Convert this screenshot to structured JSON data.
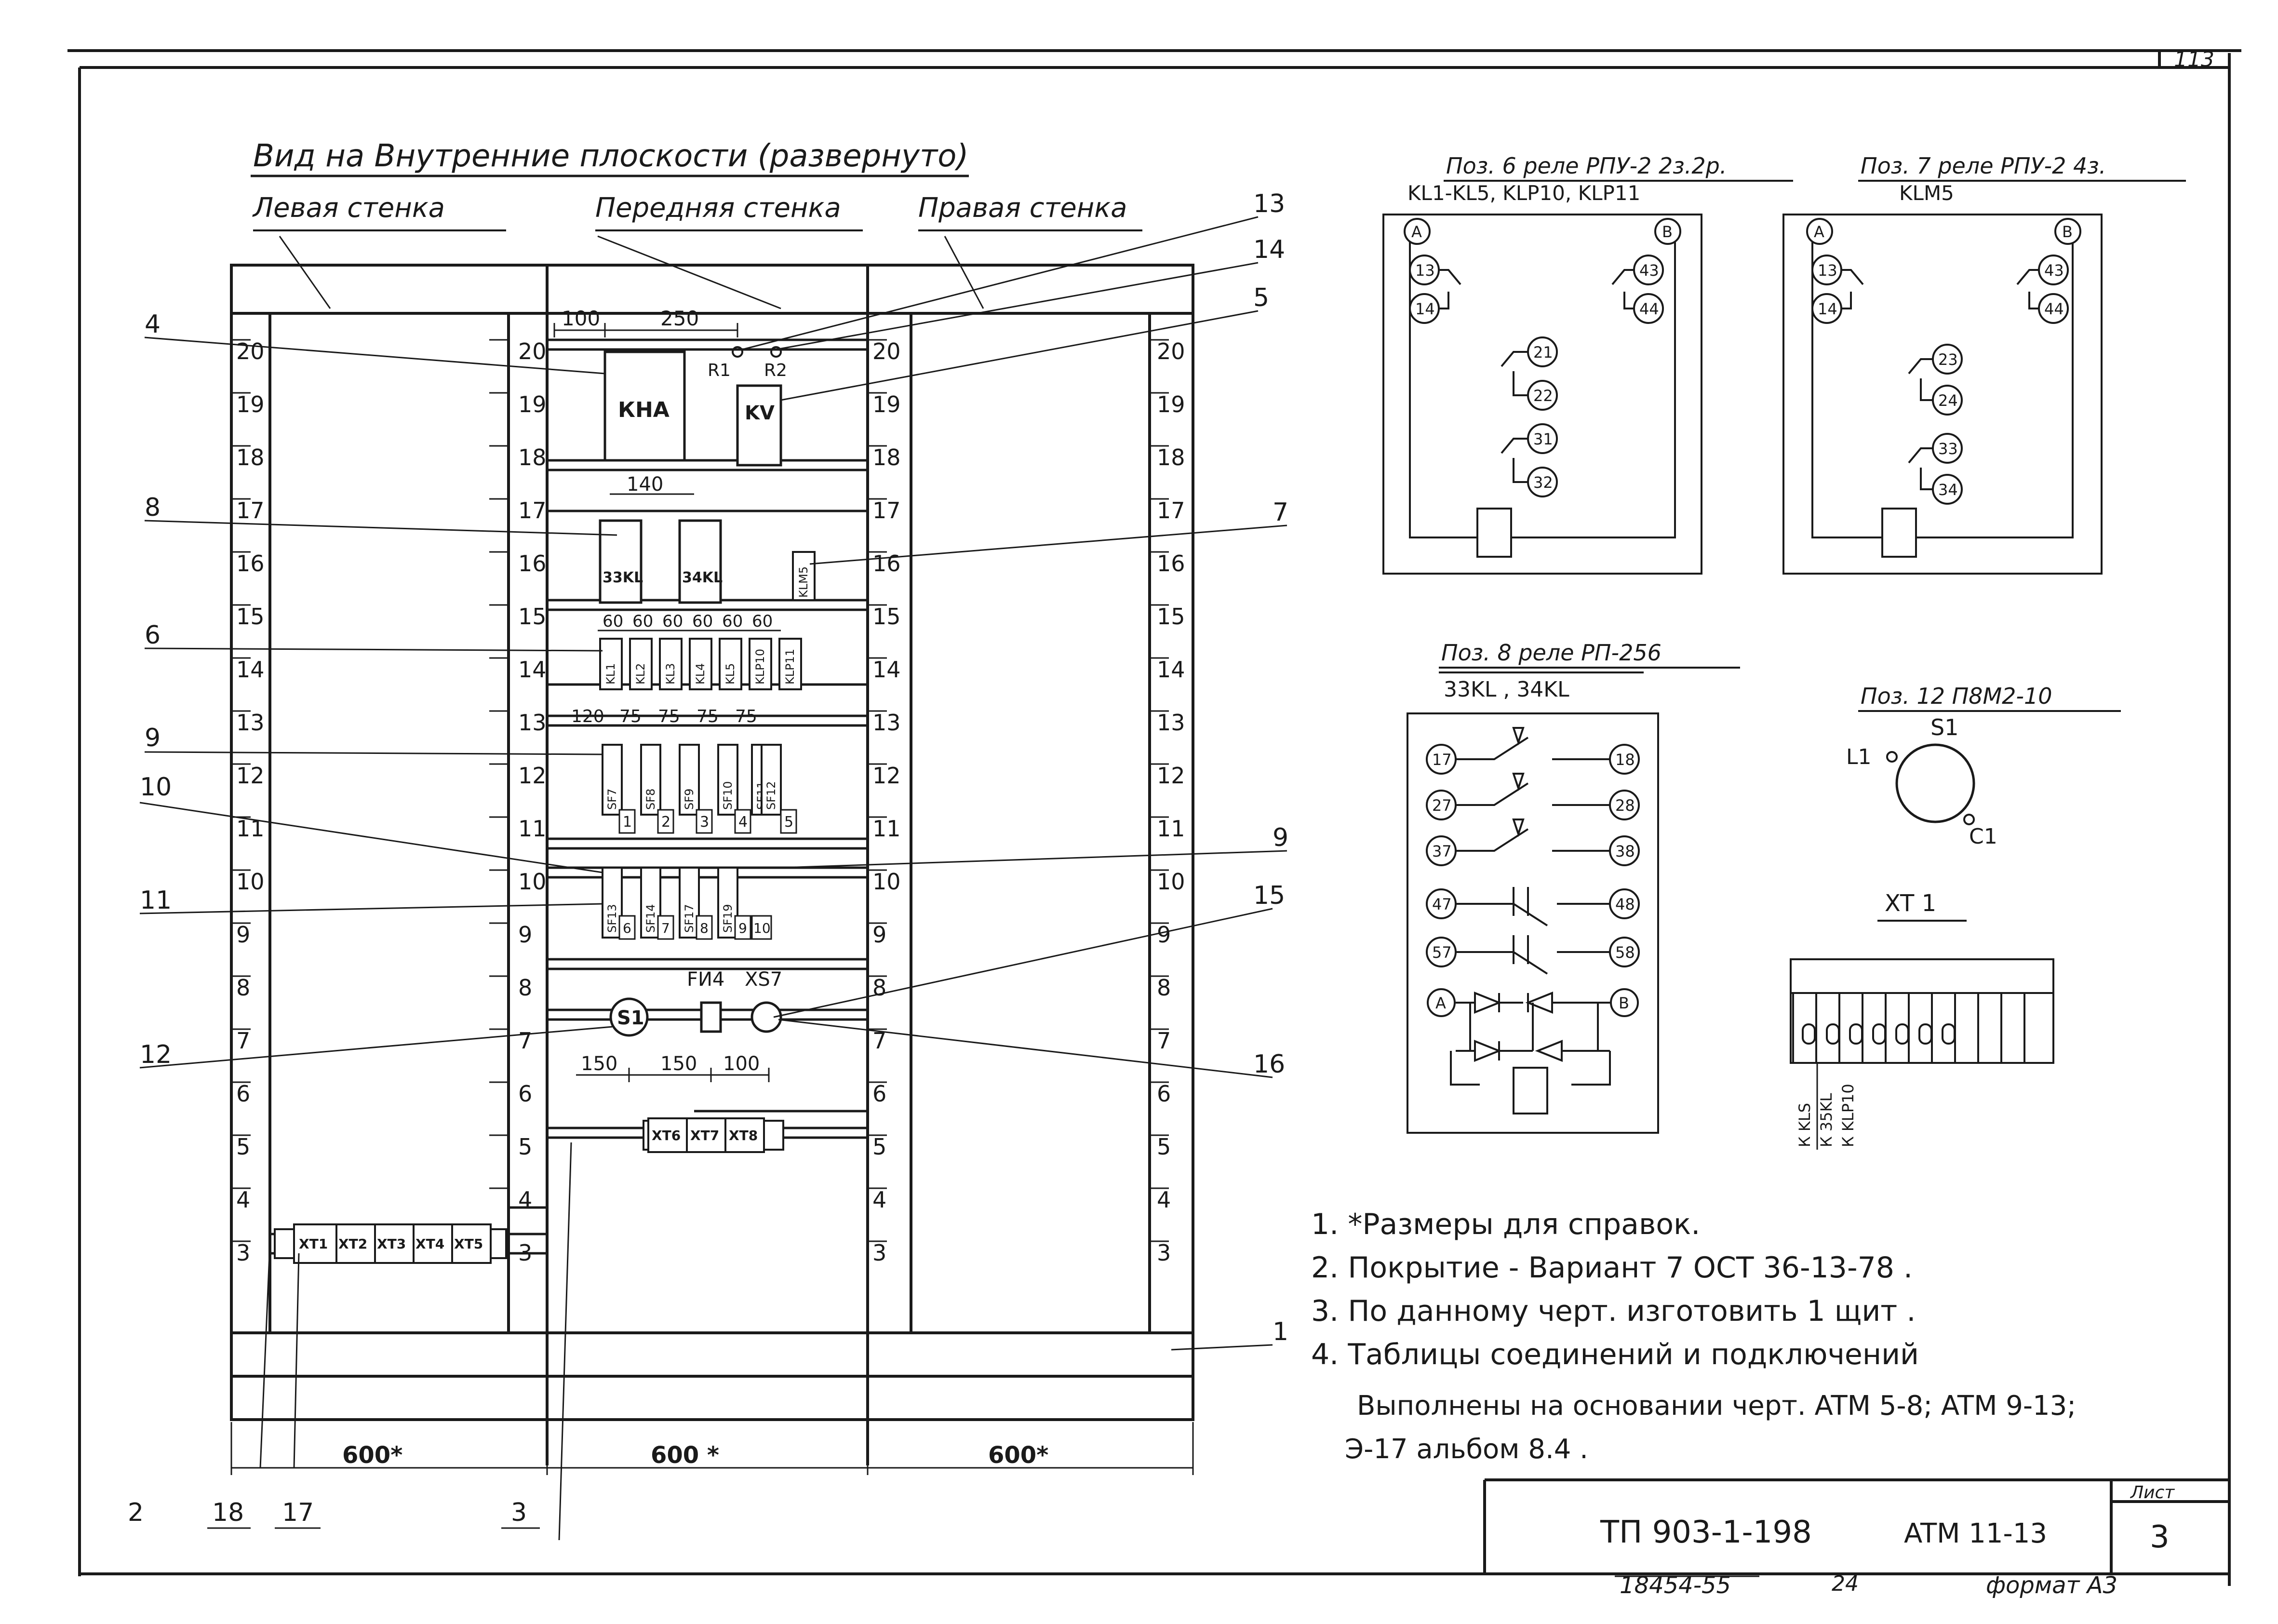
{
  "sheet_corner_number": "113",
  "title": "Вид на Внутренние плоскости (развернуто)",
  "walls": {
    "left": "Левая стенка",
    "front": "Передняя стенка",
    "right": "Правая стенка"
  },
  "scale_numbers_left": [
    "20",
    "19",
    "18",
    "17",
    "16",
    "15",
    "14",
    "13",
    "12",
    "11",
    "10",
    "9",
    "8",
    "7",
    "6",
    "5",
    "4",
    "3"
  ],
  "scale_numbers_right": [
    "20",
    "19",
    "18",
    "17",
    "16",
    "15",
    "14",
    "13",
    "12",
    "11",
    "10",
    "9",
    "8",
    "7",
    "6",
    "5",
    "4",
    "3"
  ],
  "callouts": {
    "c4": "4",
    "c8": "8",
    "c6": "6",
    "c9_left": "9",
    "c10": "10",
    "c11": "11",
    "c12": "12",
    "c13": "13",
    "c14": "14",
    "c5": "5",
    "c7": "7",
    "c9_right": "9",
    "c15": "15",
    "c16": "16",
    "c1": "1",
    "c2": "2",
    "c18": "18",
    "c17": "17",
    "c3": "3"
  },
  "dimensions": {
    "d100_top": "100",
    "d250": "250",
    "d140": "140",
    "d60": [
      "60",
      "60",
      "60",
      "60",
      "60",
      "60"
    ],
    "d120": "120",
    "d75": [
      "75",
      "75",
      "75",
      "75"
    ],
    "d150a": "150",
    "d150b": "150",
    "d100_bot": "100",
    "width_left": "600*",
    "width_front": "600 *",
    "width_right": "600*"
  },
  "devices": {
    "kha": "КНА",
    "kv": "KV",
    "r1": "R1",
    "r2": "R2",
    "k33": "33KL",
    "k34": "34KL",
    "klm5": "KLM5",
    "relays": [
      "KL1",
      "KL2",
      "KL3",
      "KL4",
      "KL5",
      "KLP10",
      "KLP11"
    ],
    "sf_top": [
      "SF7",
      "SF8",
      "SF9",
      "SF10",
      "SF11",
      "SF12"
    ],
    "nums_top": [
      "1",
      "2",
      "3",
      "4",
      "5"
    ],
    "sf_bot": [
      "SF13",
      "SF14",
      "SF17",
      "SF19"
    ],
    "nums_bot": [
      "6",
      "7",
      "8",
      "9",
      "10"
    ],
    "s1": "S1",
    "fi4": "FИ4",
    "xs7": "XS7",
    "xt_front": [
      "XT6",
      "XT7",
      "XT8"
    ],
    "xt_left": [
      "XT1",
      "XT2",
      "XT3",
      "XT4",
      "XT5"
    ]
  },
  "pos6": {
    "title": "Поз. 6 реле РПУ-2 2з.2р.",
    "subtitle": "KL1-KL5, KLP10, KLP11",
    "terminals": [
      "A",
      "B",
      "13",
      "14",
      "43",
      "44",
      "21",
      "22",
      "31",
      "32"
    ]
  },
  "pos7": {
    "title": "Поз. 7 реле РПУ-2 4з.",
    "subtitle": "KLM5",
    "terminals": [
      "A",
      "B",
      "13",
      "14",
      "43",
      "44",
      "23",
      "24",
      "33",
      "34"
    ]
  },
  "pos8": {
    "title": "Поз. 8 реле РП-256",
    "subtitle": "33KL , 34KL",
    "terminals": [
      "17",
      "18",
      "27",
      "28",
      "37",
      "38",
      "47",
      "48",
      "57",
      "58",
      "A",
      "B"
    ]
  },
  "pos12": {
    "title": "Поз. 12  П8М2-10",
    "s1": "S1",
    "l1": "L1",
    "c1": "C1"
  },
  "xt1": {
    "title": "XT 1",
    "labels": [
      "К KLS",
      "К 35KL",
      "К KLP10"
    ]
  },
  "notes": [
    "1. *Размеры для справок.",
    "2. Покрытие  - Вариант 7    ОСТ 36-13-78 .",
    "3. По данному черт. изготовить 1 щит .",
    "4. Таблицы соединений и подключений",
    "Выполнены на основании черт. ATM 5-8; ATM 9-13;",
    "Э-17  альбом 8.4  ."
  ],
  "title_block": {
    "code": "ТП  903-1-198",
    "sheet_code": "ATM 11-13",
    "sheet_label": "Лист",
    "sheet_no": "3"
  },
  "bottom_line": {
    "inventory": "18454-55",
    "page": "24",
    "format": "формат А3"
  }
}
